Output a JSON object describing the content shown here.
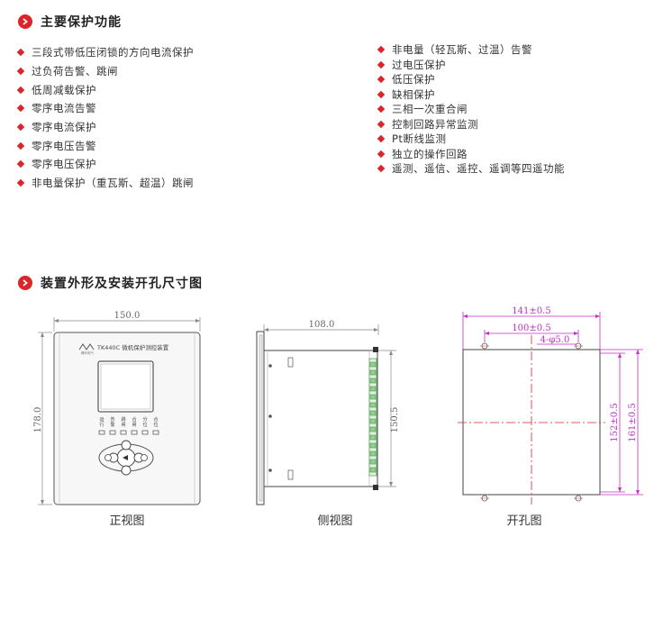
{
  "section1": {
    "title": "主要保护功能"
  },
  "features_left": [
    "三段式带低压闭锁的方向电流保护",
    "过负荷告警、跳闸",
    "低周减载保护",
    "零序电流告警",
    "零序电流保护",
    "零序电压告警",
    "零序电压保护",
    "非电量保护（重瓦斯、超温）跳闸"
  ],
  "features_right": [
    "非电量（轻瓦斯、过温）告警",
    "过电压保护",
    "低压保护",
    "缺相保护",
    "三相一次重合闸",
    "控制回路异常监测",
    "Pt断线监测",
    "独立的操作回路",
    "遥测、遥信、遥控、遥调等四遥功能"
  ],
  "section2": {
    "title": "装置外形及安装开孔尺寸图"
  },
  "front_view": {
    "caption": "正视图",
    "width_dim": "150.0",
    "height_dim": "178.0",
    "device_label": "TK440C 微机保护测控装置",
    "logo_text": "腾科电气",
    "indicator_labels": [
      "运行",
      "告警",
      "跳闸",
      "合闸",
      "分位",
      "合位"
    ]
  },
  "side_view": {
    "caption": "侧视图",
    "depth_dim": "108.0",
    "height_dim": "150.5"
  },
  "cutout_view": {
    "caption": "开孔图",
    "outer_width_dim": "141±0.5",
    "hole_spacing_dim": "100±0.5",
    "hole_spec": "4-φ5.0",
    "height_dim_1": "152±0.5",
    "height_dim_2": "161±0.5"
  },
  "colors": {
    "accent": "#d9262b",
    "dimension_magenta": "#c030c0"
  }
}
